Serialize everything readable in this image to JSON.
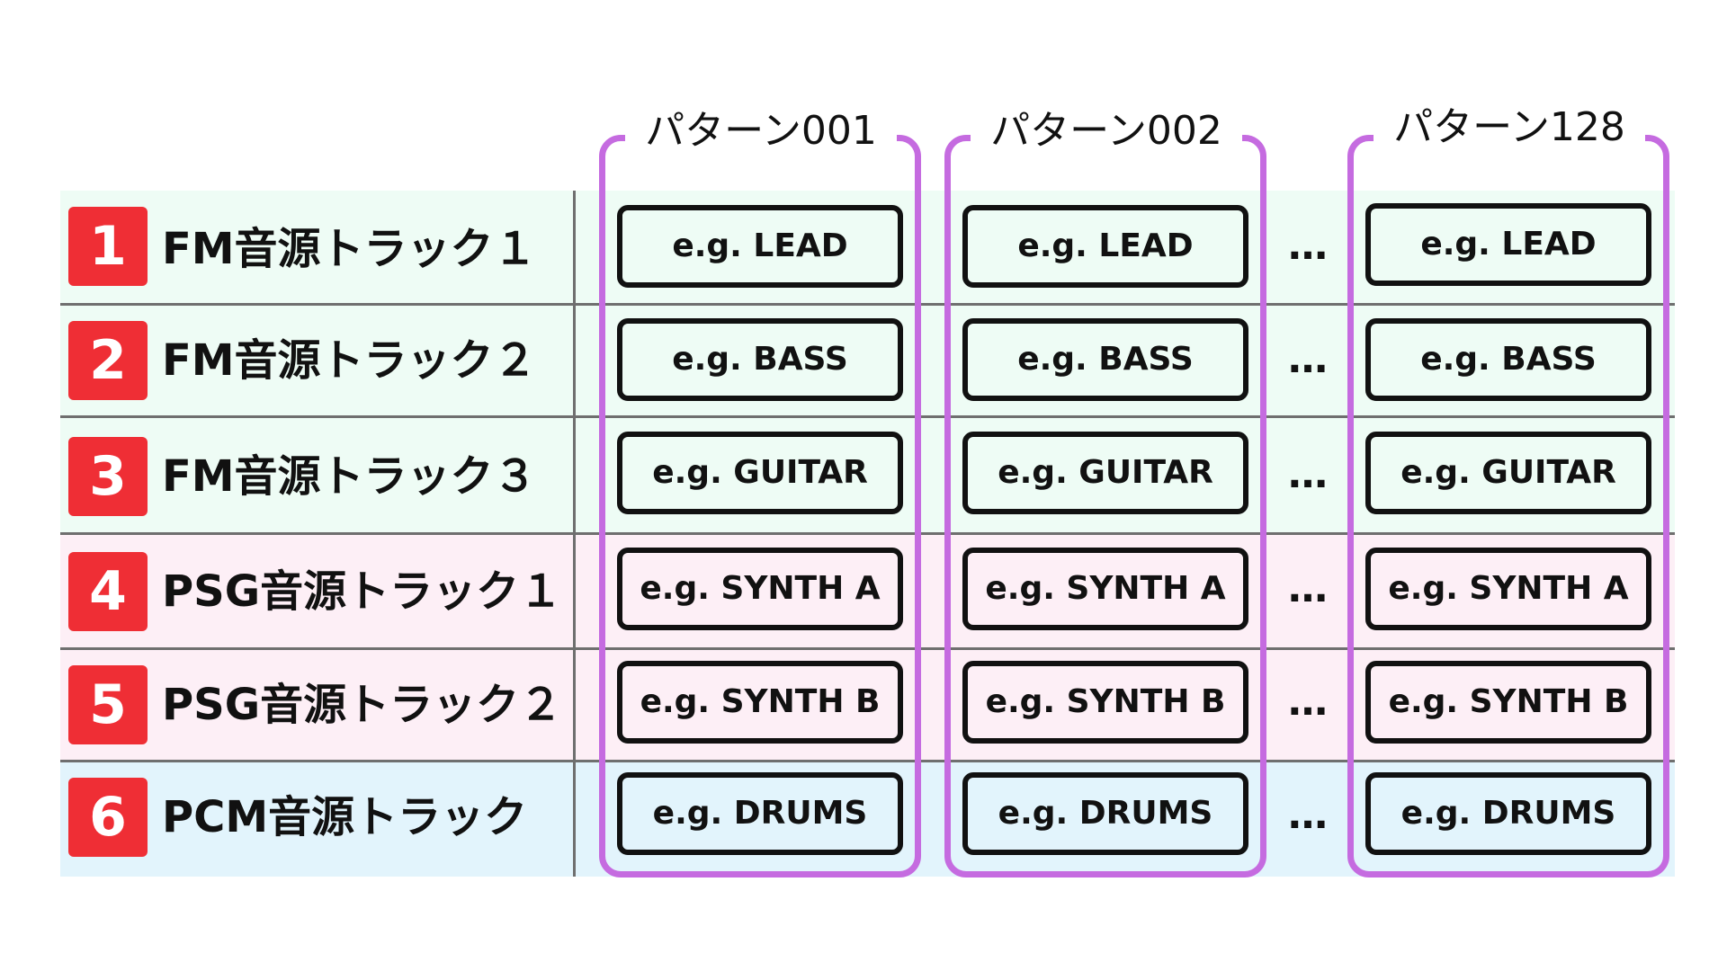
{
  "colors": {
    "fm_row_bg": "#eefcf5",
    "psg_row_bg": "#fdeff6",
    "pcm_row_bg": "#e2f4fc",
    "badge": "#ef2e35",
    "pattern_bracket": "#c56be0",
    "cell_border": "#111111"
  },
  "patterns": [
    {
      "title": "パターン001"
    },
    {
      "title": "パターン002"
    },
    {
      "title": "パターン128"
    }
  ],
  "ellipsis": "…",
  "tracks": [
    {
      "number": "1",
      "label": "FM音源トラック１",
      "group": "fm",
      "cells": [
        "e.g. LEAD",
        "e.g. LEAD",
        "e.g. LEAD"
      ]
    },
    {
      "number": "2",
      "label": "FM音源トラック２",
      "group": "fm",
      "cells": [
        "e.g. BASS",
        "e.g. BASS",
        "e.g. BASS"
      ]
    },
    {
      "number": "3",
      "label": "FM音源トラック３",
      "group": "fm",
      "cells": [
        "e.g. GUITAR",
        "e.g. GUITAR",
        "e.g. GUITAR"
      ]
    },
    {
      "number": "4",
      "label": "PSG音源トラック１",
      "group": "psg",
      "cells": [
        "e.g. SYNTH A",
        "e.g. SYNTH A",
        "e.g. SYNTH A"
      ]
    },
    {
      "number": "5",
      "label": "PSG音源トラック２",
      "group": "psg",
      "cells": [
        "e.g. SYNTH B",
        "e.g. SYNTH B",
        "e.g. SYNTH B"
      ]
    },
    {
      "number": "6",
      "label": "PCM音源トラック",
      "group": "pcm",
      "cells": [
        "e.g. DRUMS",
        "e.g. DRUMS",
        "e.g. DRUMS"
      ]
    }
  ]
}
